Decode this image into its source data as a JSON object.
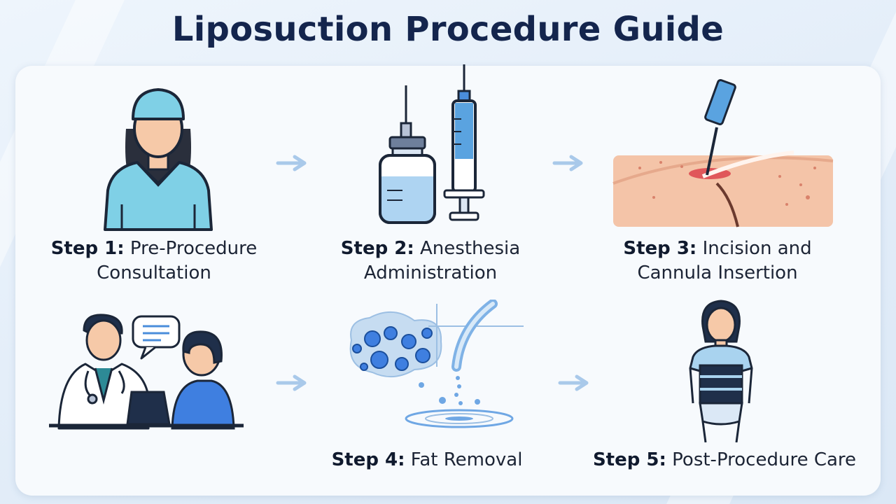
{
  "title": "Liposuction Procedure Guide",
  "steps": [
    {
      "label": "Step 1:",
      "text_line1": "Pre-Procedure",
      "text_line2": "Consultation"
    },
    {
      "label": "Step 2:",
      "text_line1": "Anesthesia",
      "text_line2": "Administration"
    },
    {
      "label": "Step 3:",
      "text_line1": "Incision and",
      "text_line2": "Cannula Insertion"
    },
    {
      "label": "Step 4:",
      "text_line1": "Fat Removal"
    },
    {
      "label": "Step 5:",
      "text_line1": "Post-Procedure Care"
    }
  ],
  "colors": {
    "title": "#14254d",
    "scrubs": "#7fd0e6",
    "skin": "#f6c9a8",
    "outline": "#1b2638",
    "arrow": "#a9c9ea",
    "fat_droplet": "#4a8ddb"
  }
}
